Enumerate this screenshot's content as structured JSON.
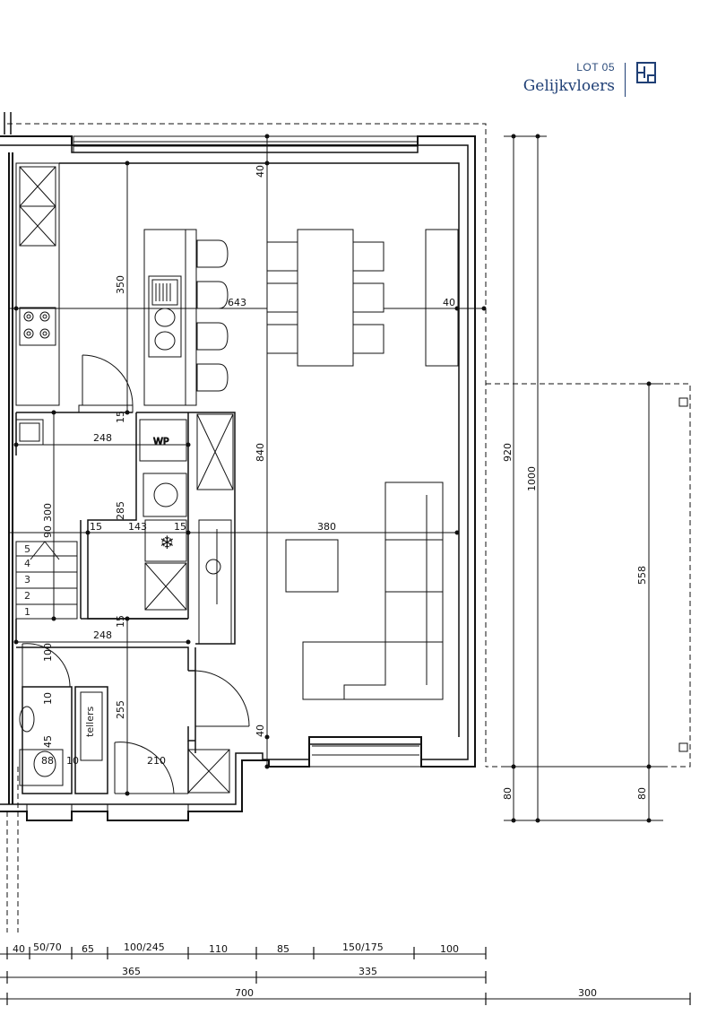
{
  "header": {
    "lot": "LOT 05",
    "title": "Gelijkvloers",
    "icon": "floorplan-icon",
    "brand_color": "#1f3f75"
  },
  "labels": {
    "wp": "WP",
    "tellers": "tellers",
    "stairs": [
      "1",
      "2",
      "3",
      "4",
      "5"
    ]
  },
  "dimensions": {
    "kitchen_depth": "350",
    "living_width": "643",
    "wall_right": "40",
    "wall_top": "40",
    "wall_bottom": "40",
    "living_depth": "840",
    "utility_width": "248",
    "hall_width": "248",
    "wall_15_a": "15",
    "wall_15_b": "15",
    "wall_15_c": "15",
    "wall_15_d": "15",
    "stair_depth": "300",
    "stair_width": "90",
    "pantry_depth": "285",
    "pantry_width": "143",
    "living_mid": "380",
    "total_920": "920",
    "total_1000": "1000",
    "terrace_558": "558",
    "offset_80_a": "80",
    "offset_80_b": "80",
    "wc_100": "100",
    "wc_10_a": "10",
    "wc_10_b": "10",
    "wc_45": "45",
    "wc_88": "88",
    "hall_255": "255",
    "hall_210": "210",
    "bottom_chain": [
      "40",
      "50/70",
      "65",
      "100/245",
      "110",
      "85",
      "150/175",
      "100"
    ],
    "bottom_mid": [
      "365",
      "335"
    ],
    "bottom_total": [
      "700",
      "300"
    ]
  }
}
